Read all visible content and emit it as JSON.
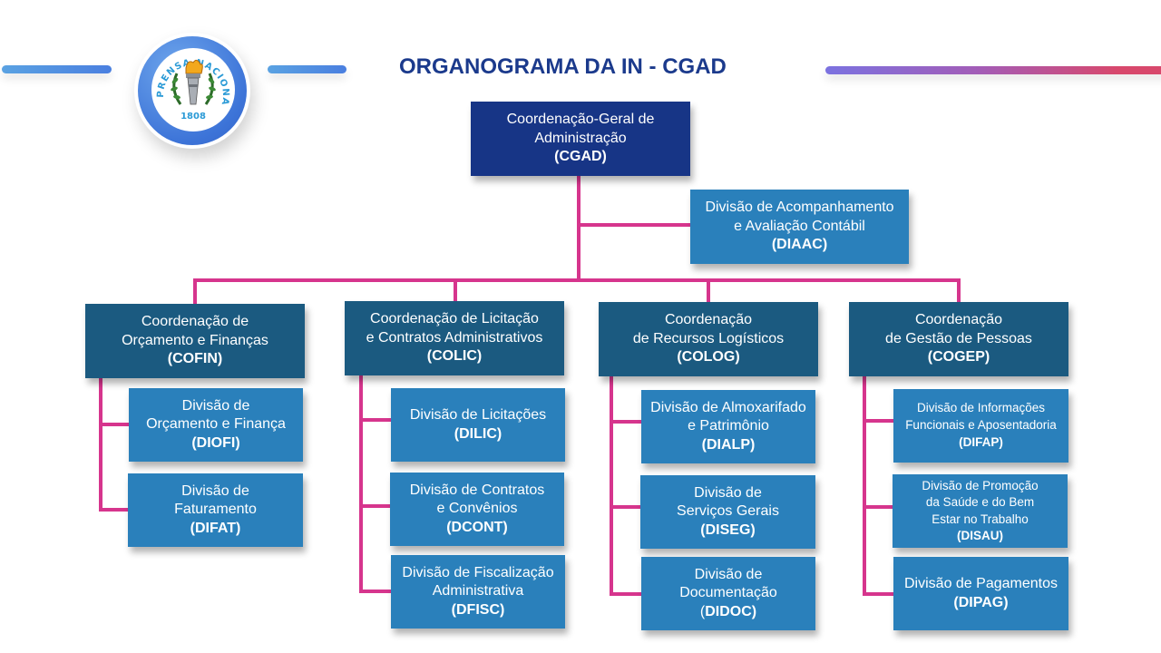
{
  "title": "ORGANOGRAMA DA IN - CGAD",
  "logo": {
    "icon": "imprensa-nacional-seal-icon",
    "arc_text": "IMPRENSA NACIONAL",
    "year": "1808"
  },
  "colors": {
    "root_box": "#173586",
    "coordination_box": "#1b5a80",
    "division_box": "#2a80bb",
    "connector": "#d6358d",
    "title": "#1b3a8c"
  },
  "root": {
    "line1": "Coordenação-Geral de",
    "line2": "Administração",
    "abbr": "(CGAD)"
  },
  "staff": {
    "line1": "Divisão de Acompanhamento",
    "line2": "e Avaliação Contábil",
    "abbr": "(DIAAC)"
  },
  "coordinations": [
    {
      "line1": "Coordenação de",
      "line2": "Orçamento e Finanças",
      "abbr": "(COFIN)",
      "divisions": [
        {
          "line1": "Divisão de",
          "line2": "Orçamento e Finança",
          "abbr": "(DIOFI)"
        },
        {
          "line1": "Divisão de",
          "line2": "Faturamento",
          "abbr": "(DIFAT)"
        }
      ]
    },
    {
      "line1": "Coordenação de Licitação",
      "line2": "e Contratos Administrativos",
      "abbr": "(COLIC)",
      "divisions": [
        {
          "line1": "Divisão de Licitações",
          "abbr": "(DILIC)"
        },
        {
          "line1": "Divisão de Contratos",
          "line2": "e Convênios",
          "abbr": "(DCONT)"
        },
        {
          "line1": "Divisão de Fiscalização",
          "line2": "Administrativa",
          "abbr": "(DFISC)"
        }
      ]
    },
    {
      "line1": "Coordenação",
      "line2": "de Recursos Logísticos",
      "abbr": "(COLOG)",
      "divisions": [
        {
          "line1": "Divisão de Almoxarifado",
          "line2": "e Patrimônio",
          "abbr": "(DIALP)"
        },
        {
          "line1": "Divisão de",
          "line2": "Serviços Gerais",
          "abbr": "(DISEG)"
        },
        {
          "line1": "Divisão de",
          "line2": "Documentação",
          "abbr_prefix": "(",
          "abbr": "DIDOC)"
        }
      ]
    },
    {
      "line1": "Coordenação",
      "line2": "de Gestão de Pessoas",
      "abbr": "(COGEP)",
      "divisions": [
        {
          "line1": "Divisão de Informações",
          "line2": "Funcionais e Aposentadoria",
          "abbr": "(DIFAP)"
        },
        {
          "line1": "Divisão de Promoção",
          "line2": "da Saúde e do Bem",
          "line3": "Estar no Trabalho",
          "abbr": "(DISAU)"
        },
        {
          "line1": "Divisão de Pagamentos",
          "abbr": "(DIPAG)"
        }
      ]
    }
  ]
}
